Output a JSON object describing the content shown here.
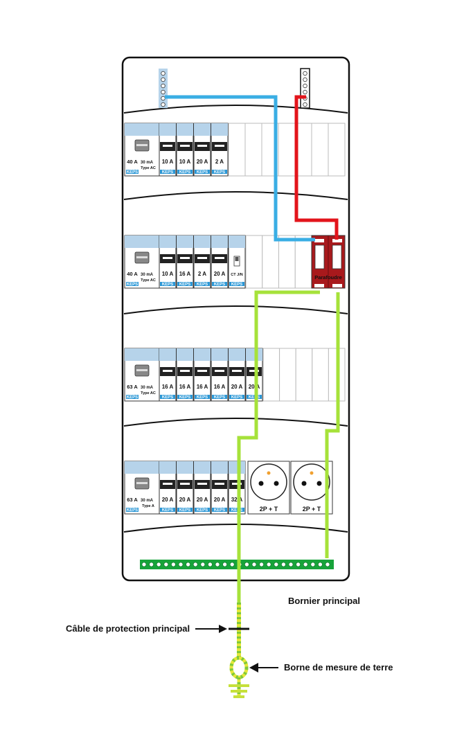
{
  "panel": {
    "rows": [
      {
        "rcd": {
          "rating": "40 A",
          "sensitivity": "30 mA",
          "type": "Type AC"
        },
        "breakers": [
          "10 A",
          "10 A",
          "20 A",
          "2 A"
        ]
      },
      {
        "rcd": {
          "rating": "40 A",
          "sensitivity": "30 mA",
          "type": "Type AC"
        },
        "breakers": [
          "10 A",
          "16 A",
          "2 A",
          "20 A"
        ],
        "contactor": "CT J/N",
        "surge": "Parafoudre"
      },
      {
        "rcd": {
          "rating": "63 A",
          "sensitivity": "30 mA",
          "type": "Type AC"
        },
        "breakers": [
          "16 A",
          "16 A",
          "16 A",
          "16 A",
          "20 A",
          "20 A"
        ]
      },
      {
        "rcd": {
          "rating": "63 A",
          "sensitivity": "30 mA",
          "type": "Type A"
        },
        "breakers": [
          "20 A",
          "20 A",
          "20 A",
          "20 A",
          "32 A"
        ],
        "sockets": [
          "2P + T",
          "2P + T"
        ]
      }
    ],
    "brand": "KEPS"
  },
  "labels": {
    "bornier": "Bornier principal",
    "cable": "Câble de protection principal",
    "borne": "Borne de mesure de terre"
  },
  "colors": {
    "neutral": "#3aaee4",
    "phase": "#e3141b",
    "earth": "#a6e23a",
    "earth_bar": "#17a33a",
    "surge": "#a8191c",
    "module_top": "#b6d3ea",
    "brand_strip": "#2a97d6"
  }
}
